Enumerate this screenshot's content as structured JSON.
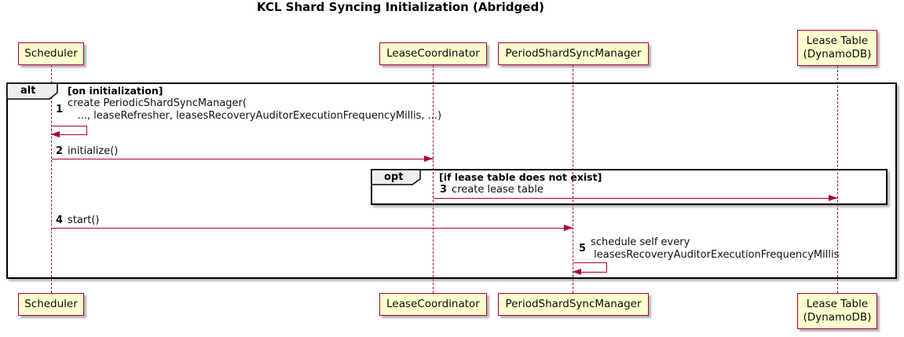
{
  "title": "KCL Shard Syncing Initialization (Abridged)",
  "colors": {
    "participant_fill": "#FEFECE",
    "accent": "#A80036",
    "frame_border": "#000000",
    "tab_fill": "#EEEEEE",
    "background": "#FFFFFF"
  },
  "participants": [
    {
      "id": "scheduler",
      "label": "Scheduler"
    },
    {
      "id": "lease-coordinator",
      "label": "LeaseCoordinator"
    },
    {
      "id": "period-shard-sync-manager",
      "label": "PeriodShardSyncManager"
    },
    {
      "id": "lease-table",
      "label": "Lease Table\n(DynamoDB)"
    }
  ],
  "frames": {
    "alt": {
      "keyword": "alt",
      "condition": "[on initialization]"
    },
    "opt": {
      "keyword": "opt",
      "condition": "[if lease table does not exist]"
    }
  },
  "messages": [
    {
      "num": "1",
      "text": "create PeriodicShardSyncManager(\n   ..., leaseRefresher, leasesRecoveryAuditorExecutionFrequencyMillis, ...)",
      "from": "scheduler",
      "to": "scheduler",
      "kind": "self"
    },
    {
      "num": "2",
      "text": "initialize()",
      "from": "scheduler",
      "to": "lease-coordinator",
      "kind": "solid"
    },
    {
      "num": "3",
      "text": "create lease table",
      "from": "lease-coordinator",
      "to": "lease-table",
      "kind": "solid"
    },
    {
      "num": "4",
      "text": "start()",
      "from": "scheduler",
      "to": "period-shard-sync-manager",
      "kind": "solid"
    },
    {
      "num": "5",
      "text": "schedule self every\n leasesRecoveryAuditorExecutionFrequencyMillis",
      "from": "period-shard-sync-manager",
      "to": "period-shard-sync-manager",
      "kind": "self"
    }
  ]
}
